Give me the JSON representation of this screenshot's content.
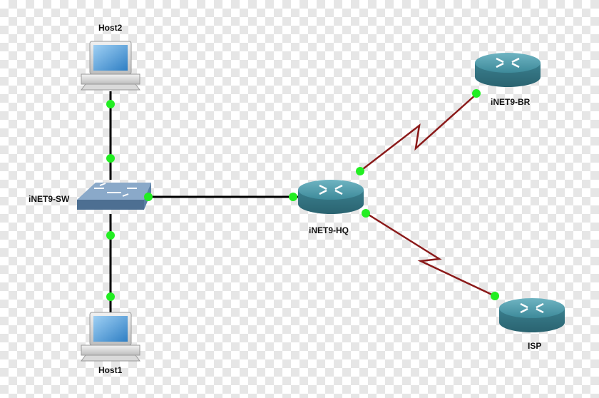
{
  "nodes": {
    "host2": {
      "label": "Host2",
      "type": "host",
      "icon": "computer-icon"
    },
    "host1": {
      "label": "Host1",
      "type": "host",
      "icon": "computer-icon"
    },
    "switch": {
      "label": "iNET9-SW",
      "type": "switch",
      "icon": "switch-icon"
    },
    "hq": {
      "label": "iNET9-HQ",
      "type": "router",
      "icon": "router-icon"
    },
    "br": {
      "label": "iNET9-BR",
      "type": "router",
      "icon": "router-icon"
    },
    "isp": {
      "label": "ISP",
      "type": "router",
      "icon": "router-icon"
    }
  },
  "links": [
    {
      "from": "host2",
      "to": "iNET9-SW",
      "kind": "ethernet"
    },
    {
      "from": "host1",
      "to": "iNET9-SW",
      "kind": "ethernet"
    },
    {
      "from": "iNET9-SW",
      "to": "iNET9-HQ",
      "kind": "ethernet"
    },
    {
      "from": "iNET9-HQ",
      "to": "iNET9-BR",
      "kind": "serial"
    },
    {
      "from": "iNET9-HQ",
      "to": "ISP",
      "kind": "serial"
    }
  ],
  "colors": {
    "ethernet_link": "#000000",
    "serial_link": "#8b1a1a",
    "port_up": "#22ee22",
    "router_fill": "#3f8a9a",
    "switch_fill": "#6f93b8"
  }
}
